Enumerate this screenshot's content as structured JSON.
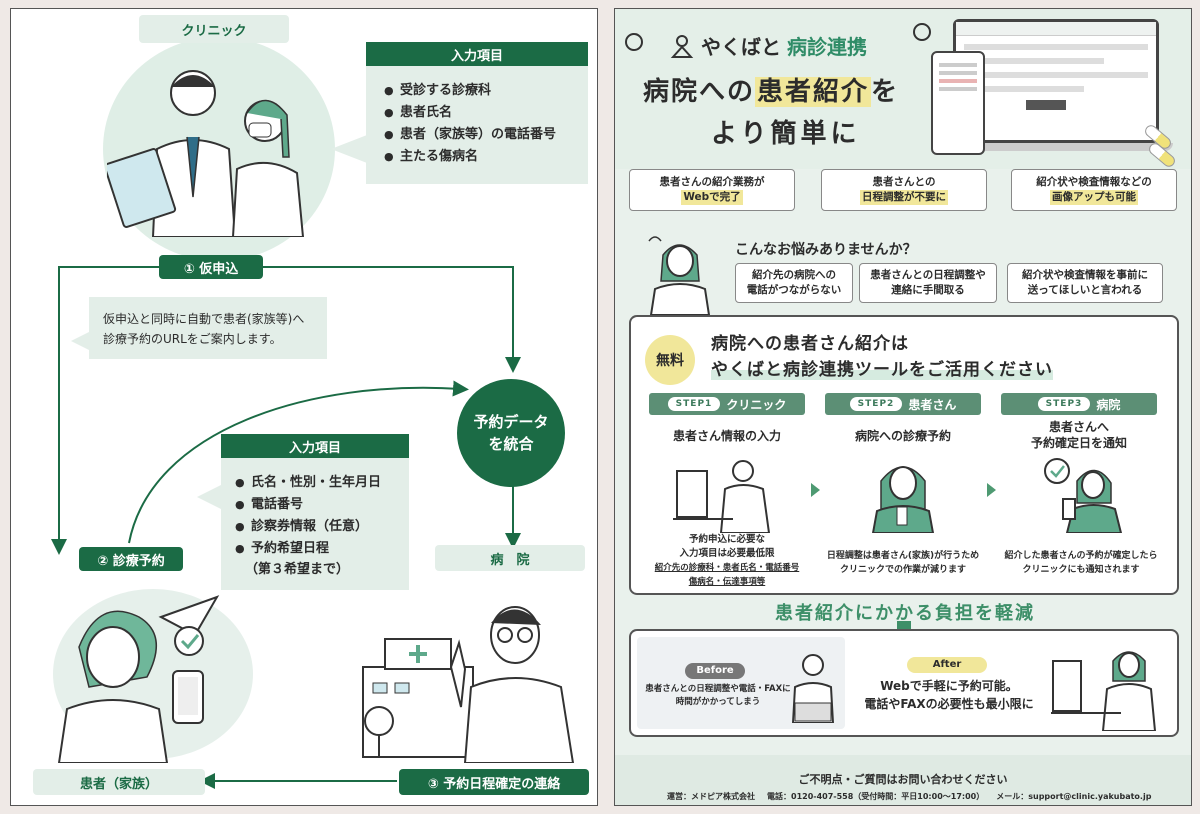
{
  "left": {
    "clinic_label": "クリニック",
    "input1": {
      "title": "入力項目",
      "items": [
        "受診する診療科",
        "患者氏名",
        "患者（家族等）の電話番号",
        "主たる傷病名"
      ]
    },
    "step1": "① 仮申込",
    "note1": [
      "仮申込と同時に自動で患者(家族等)へ",
      "診療予約のURLをご案内します。"
    ],
    "integrate": [
      "予約データ",
      "を統合"
    ],
    "input2": {
      "title": "入力項目",
      "items": [
        "氏名・性別・生年月日",
        "電話番号",
        "診察券情報（任意）",
        "予約希望日程"
      ],
      "sub": "（第３希望まで）"
    },
    "step2": "② 診療予約",
    "hospital_label": "病　院",
    "patient_label": "患者（家族）",
    "step3": "③ 予約日程確定の連絡"
  },
  "right": {
    "brand": "やくばと",
    "brand_accent": "病診連携",
    "headline1_a": "病院への",
    "headline1_b": "患者紹介",
    "headline1_c": "を",
    "headline2": "より簡単に",
    "features": [
      {
        "line1": "患者さんの紹介業務が",
        "line2": "Webで完了"
      },
      {
        "line1": "患者さんとの",
        "line2": "日程調整が不要に"
      },
      {
        "line1": "紹介状や検査情報などの",
        "line2": "画像アップも可能"
      }
    ],
    "worry_title": "こんなお悩みありませんか？",
    "worries": [
      {
        "line1": "紹介先の病院への",
        "line2": "電話がつながらない"
      },
      {
        "line1": "患者さんとの日程調整や",
        "line2": "連絡に手間取る"
      },
      {
        "line1": "紹介状や検査情報を事前に",
        "line2": "送ってほしいと言われる"
      }
    ],
    "free_badge": "無料",
    "cta1": "病院への患者さん紹介は",
    "cta2": "やくばと病診連携ツールをご活用ください",
    "steps": [
      {
        "tag": "STEP1",
        "name": "クリニック",
        "title1": "患者さん情報の入力",
        "title2": "",
        "desc": [
          "予約申込に必要な",
          "入力項目は必要最低限"
        ],
        "desc_small": [
          "紹介先の診療科・患者氏名・電話番号",
          "傷病名・伝達事項等"
        ]
      },
      {
        "tag": "STEP2",
        "name": "患者さん",
        "title1": "病院への診療予約",
        "title2": "",
        "desc": [
          "日程調整は患者さん(家族)が行うため",
          "クリニックでの作業が減ります"
        ],
        "desc_small": []
      },
      {
        "tag": "STEP3",
        "name": "病院",
        "title1": "患者さんへ",
        "title2": "予約確定日を通知",
        "desc": [
          "紹介した患者さんの予約が確定したら",
          "クリニックにも通知されます"
        ],
        "desc_small": []
      }
    ],
    "reduce": "患者紹介にかかる負担を軽減",
    "before_label": "Before",
    "before_text": [
      "患者さんとの日程調整や電話・FAXに",
      "時間がかかってしまう"
    ],
    "after_label": "After",
    "after_text": [
      "Webで手軽に予約可能。",
      "電話やFAXの必要性も最小限に"
    ],
    "footer_q": "ご不明点・ご質問はお問い合わせください",
    "footer_op": "運営：メドピア株式会社",
    "footer_tel": "電話：0120-407-558（受付時間：平日10:00〜17:00）",
    "footer_mail": "メール：support@clinic.yakubato.jp"
  },
  "colors": {
    "dark_green": "#1b6b45",
    "mint": "#e3eee8",
    "highlight": "#f1e79a"
  }
}
